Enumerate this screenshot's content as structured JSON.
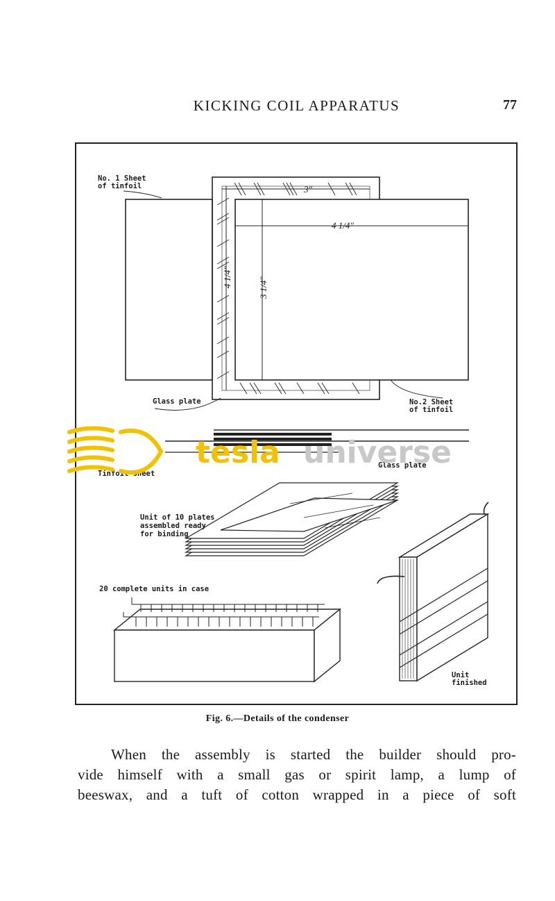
{
  "header": {
    "running_head": "KICKING COIL APPARATUS",
    "page_number": "77"
  },
  "figure": {
    "labels": {
      "sheet1": [
        "No. 1 Sheet",
        "of tinfoil"
      ],
      "sheet2": [
        "No.2 Sheet",
        "of tinfoil"
      ],
      "glass_plate_top": "Glass plate",
      "glass_plate_side": "Glass plate",
      "tinfoil_sheet": "Tinfoil sheet",
      "unit_of_10": [
        "Unit of 10 plates",
        "assembled ready",
        "for binding"
      ],
      "complete_units": "20 complete units in case",
      "unit_finished": [
        "Unit",
        "finished"
      ]
    },
    "dimensions": {
      "width_3": "3\"",
      "width_4_1_4": "4 1/4\"",
      "height_4_1_4": "4 1/4\"",
      "height_3_1_4": "3 1/4\""
    }
  },
  "watermark": {
    "word1": "tesla",
    "word2": "universe",
    "colors": {
      "gold": "#f2c200",
      "gray": "#c8c8c8"
    }
  },
  "caption": "Fig. 6.—Details of the condenser",
  "body": {
    "lines": [
      "When the assembly is started the builder should pro-",
      "vide himself with a small gas or spirit lamp, a lump of",
      "beeswax, and a tuft of cotton wrapped in a piece of soft"
    ]
  }
}
